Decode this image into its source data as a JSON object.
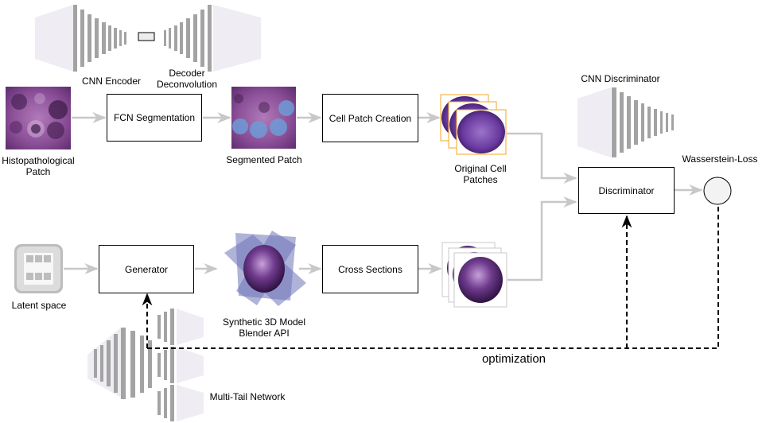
{
  "labels": {
    "cnn_encoder": "CNN Encoder",
    "decoder": "Decoder\nDeconvolution",
    "cnn_discriminator": "CNN Discriminator",
    "histo_patch": "Histopathological\nPatch",
    "segmented_patch": "Segmented Patch",
    "original_cell_patches": "Original Cell\nPatches",
    "wasserstein": "Wasserstein-Loss",
    "latent_space": "Latent space",
    "synthetic_model": "Synthetic 3D Model\nBlender API",
    "optimization": "optimization",
    "multi_tail": "Multi-Tail Network"
  },
  "boxes": {
    "fcn": "FCN Segmentation",
    "cell_patch_creation": "Cell Patch Creation",
    "discriminator": "Discriminator",
    "generator": "Generator",
    "cross_sections": "Cross Sections"
  },
  "colors": {
    "arrow_gray": "#c8c8c8",
    "network_gray": "#9e9e9e",
    "network_light": "#f0eef3",
    "tissue_purple": "#7a3e87",
    "segment_blue": "#6d9bd6",
    "patch_frame": "#f5a623",
    "plane_blue": "#6e74b8"
  }
}
